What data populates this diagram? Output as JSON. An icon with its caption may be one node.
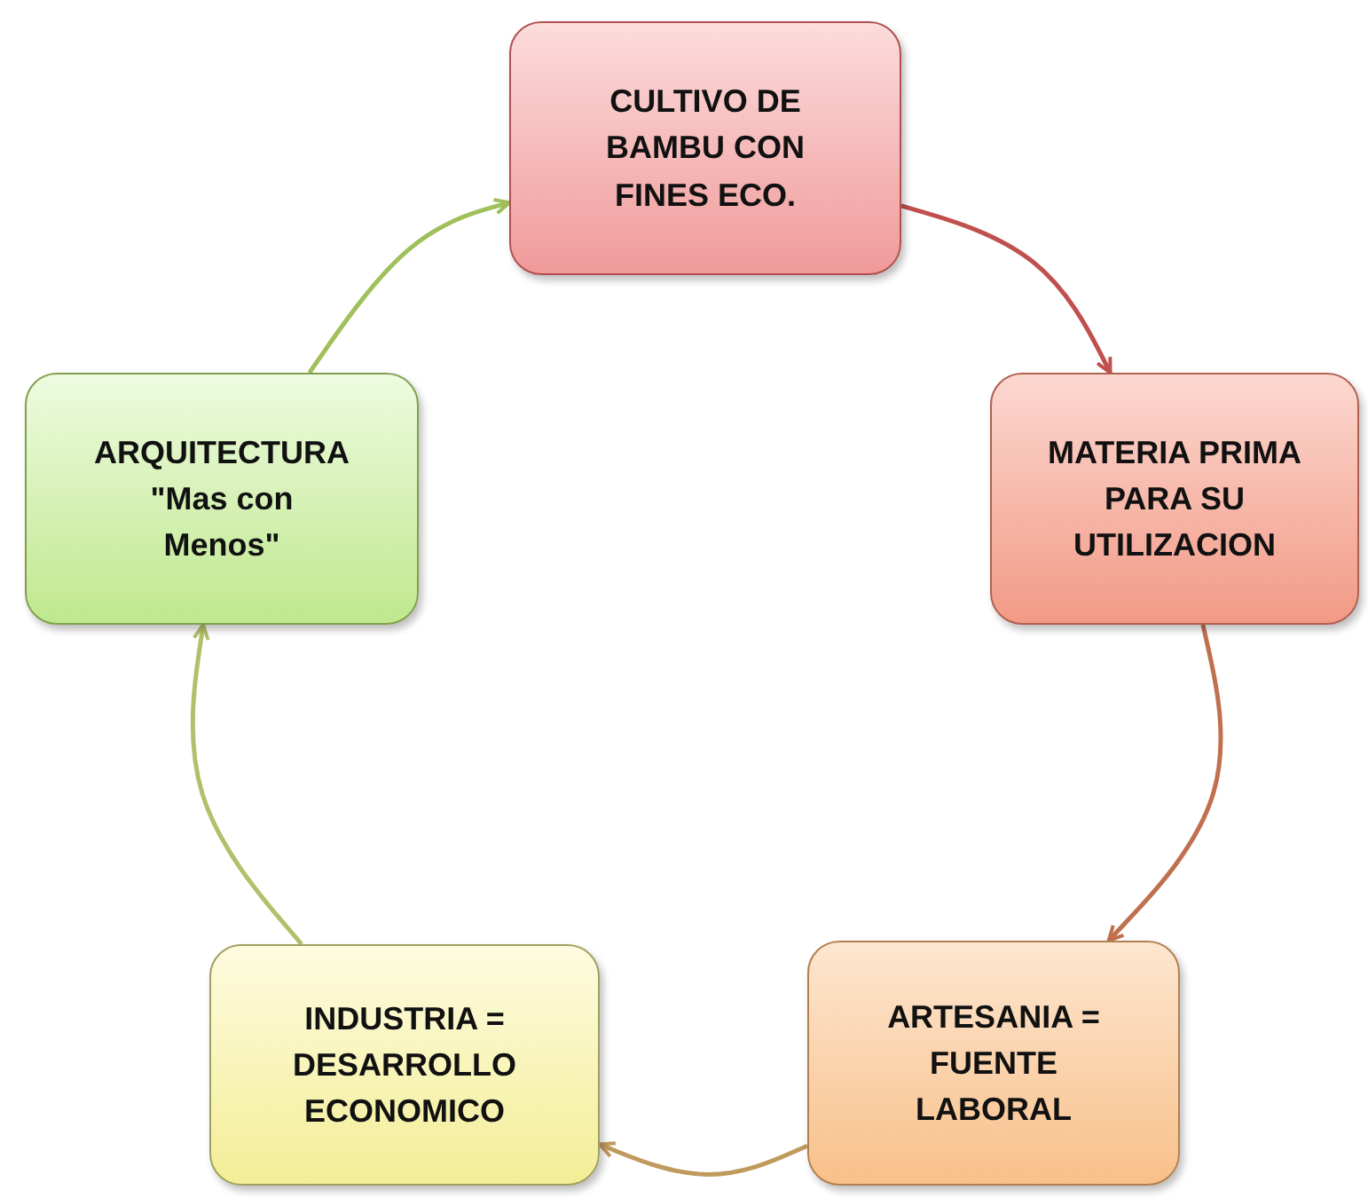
{
  "diagram": {
    "nodes": [
      {
        "text": [
          "CULTIVO DE BAMBU CON FINES ECO."
        ]
      },
      {
        "text": [
          "MATERIA PRIMA PARA SU UTILIZACION"
        ]
      },
      {
        "text": [
          "ARTESANIA = FUENTE LABORAL"
        ]
      },
      {
        "text": [
          "INDUSTRIA = DESARROLLO ECONOMICO"
        ]
      },
      {
        "text": [
          "ARQUITECTURA \"Mas con Menos\""
        ]
      }
    ],
    "edges": [
      {
        "from": 0,
        "to": 1,
        "arrow": "to",
        "color": "#c0504d"
      },
      {
        "from": 1,
        "to": 2,
        "arrow": "to",
        "color": "#c0704f"
      },
      {
        "from": 2,
        "to": 3,
        "arrow": "to",
        "color": "#c09a5c"
      },
      {
        "from": 3,
        "to": 4,
        "arrow": "to",
        "color": "#b3bf6a"
      },
      {
        "from": 4,
        "to": 0,
        "arrow": "to",
        "color": "#9fc05a"
      }
    ]
  }
}
